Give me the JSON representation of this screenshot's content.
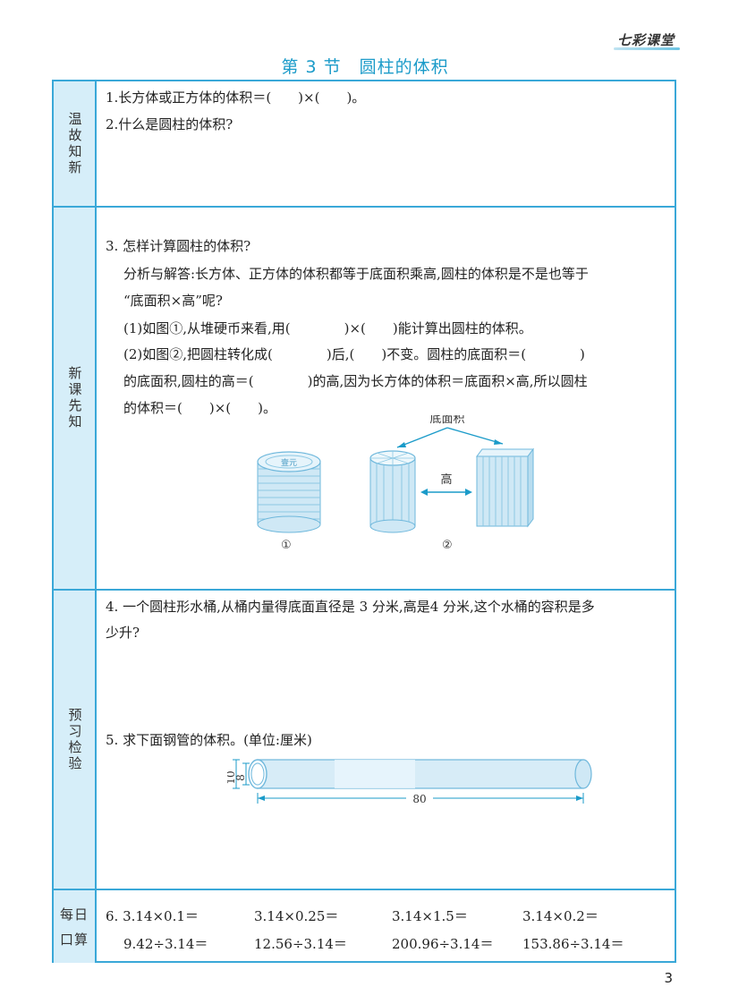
{
  "brand": "七彩课堂",
  "header": {
    "section": "第 3 节",
    "topic": "圆柱的体积"
  },
  "rows": {
    "review": {
      "label": "温故知新",
      "q1": "1.长方体或正方体的体积＝(　　)×(　　)。",
      "q2": "2.什么是圆柱的体积?"
    },
    "preview": {
      "label": "新课先知",
      "q3": "3. 怎样计算圆柱的体积?",
      "analysis_1": "分析与解答:长方体、正方体的体积都等于底面积乘高,圆柱的体积是不是也等于",
      "analysis_2": "“底面积×高”呢?",
      "p1": "(1)如图①,从堆硬币来看,用(　　　　)×(　　)能计算出圆柱的体积。",
      "p2_a": "(2)如图②,把圆柱转化成(　　　　)后,(　　)不变。圆柱的底面积＝(　　　　)",
      "p2_b": "的底面积,圆柱的高＝(　　　　)的高,因为长方体的体积＝底面积×高,所以圆柱",
      "p2_c": "的体积＝(　　)×(　　)。",
      "fig_base_label": "底面积",
      "fig_height_label": "高",
      "fig_coin_text": "壹元",
      "fig1_caption": "①",
      "fig2_caption": "②"
    },
    "check": {
      "label": "预习检验",
      "q4_a": "4. 一个圆柱形水桶,从桶内量得底面直径是 3 分米,高是4 分米,这个水桶的容积是多",
      "q4_b": "少升?",
      "q5": "5. 求下面钢管的体积。(单位:厘米)",
      "pipe_outer": "10",
      "pipe_inner": "8",
      "pipe_length": "80"
    },
    "daily": {
      "label_1": "每日",
      "label_2": "口算",
      "row1": [
        "6. 3.14×0.1＝",
        "3.14×0.25＝",
        "3.14×1.5＝",
        "3.14×0.2＝"
      ],
      "row2": [
        "9.42÷3.14＝",
        "12.56÷3.14＝",
        "200.96÷3.14＝",
        "153.86÷3.14＝"
      ]
    }
  },
  "page_number": "3",
  "colors": {
    "accent": "#3aa8d8",
    "title": "#1b9bc9",
    "side_fill": "#d6eef9",
    "figure": "#7ec6e6"
  }
}
